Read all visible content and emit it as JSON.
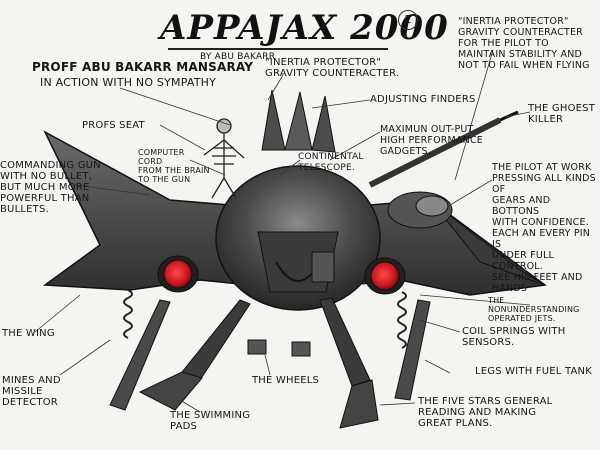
{
  "title": "APPAJAX 2000",
  "badge": "2",
  "byline": "BY ABU BAKARR",
  "subtitle_lines": [
    "PROFF ABU BAKARR MANSARAY",
    "IN ACTION WITH NO SYMPATHY"
  ],
  "labels": {
    "inertia_center": "\"INERTIA PROTECTOR\"\nGRAVITY COUNTERACTER.",
    "inertia_right": "\"INERTIA PROTECTOR\"\nGRAVITY COUNTERACTER\nFOR THE PILOT TO\nMAINTAIN STABILITY AND\nNOT TO FAIL WHEN FLYING",
    "adjusting_finders": "ADJUSTING FINDERS",
    "ghost_killer": "THE GHOEST\nKILLER",
    "profs_seat": "PROFS SEAT",
    "computer_cord": "COMPUTER\nCORD\nFROM THE BRAIN\nTO THE GUN",
    "continental_telescope": "CONTINENTAL\nTELESCOPE.",
    "maximum_output": "MAXIMUN OUT-PUT\nHIGH PERFORMANCE\nGADGETS.",
    "commanding_gun": "COMMANDING GUN\nWITH NO BULLET,\nBUT MUCH MORE\nPOWERFUL THAN\nBULLETS.",
    "pilot_at_work": "THE PILOT AT WORK\nPRESSING ALL KINDS OF\nGEARS AND BOTTONS\nWITH CONFIDENCE.\nEACH AN EVERY PIN IS\nUNDER FULL CONTROL.\nSEE HIS FEET AND HANDS",
    "nonunderstanding_jets": "THE\nNONUNDERSTANDING\nOPERATED JETS.",
    "the_wing": "THE WING",
    "coil_springs": "COIL SPRINGS WITH\nSENSORS.",
    "mines_detector": "MINES AND\nMISSILE\nDETECTOR",
    "the_wheels": "THE WHEELS",
    "legs_fuel": "LEGS WITH FUEL TANK",
    "swimming_pads": "THE SWIMMING\nPADS",
    "five_stars": "THE FIVE STARS GENERAL\nREADING AND MAKING\nGREAT PLANS."
  },
  "colors": {
    "paper": "#f5f4f0",
    "ink": "#161616",
    "body": "#3c3c3c",
    "jet": "#c4141c"
  }
}
